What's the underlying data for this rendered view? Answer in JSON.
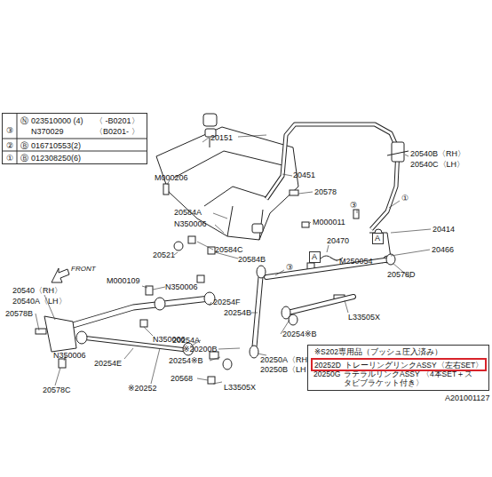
{
  "diagram": {
    "nodes": [
      {
        "text": [
          "③",
          "Ⓝ",
          "023510000 (4)",
          "〈 -B0201〉",
          "N370029",
          "〈B0201- 〉",
          "②",
          "Ⓑ",
          "016710553(2)",
          "①",
          "Ⓑ",
          "012308250(6)"
        ]
      },
      {
        "text": [
          "※S202専用品（ブッシュ圧入済み）",
          "20250G",
          "ラテラルリンクASSY 〈4本SET＋スタビブラケット付き〉"
        ]
      },
      {
        "text": [
          "20252D",
          "トレーリングリンクASSY〈左右SET〉"
        ],
        "in": 1
      },
      {
        "text": [
          "A"
        ]
      },
      {
        "text": [
          "A"
        ]
      }
    ],
    "labels": [
      "20151",
      "20451",
      "20540B〈RH〉",
      "20540C〈LH〉",
      "M000206",
      "20578",
      "③",
      "①",
      "20584A",
      "N350006",
      "M000011",
      "20414",
      "20466",
      "20521",
      "20584C",
      "20584B",
      "20470",
      "M250054",
      "③",
      "20578D",
      "M000109",
      "N350006",
      "20540〈RH〉",
      "20540A〈LH〉",
      "20254F",
      "20254B",
      "L33505X",
      "20578B",
      "N350006",
      "20254A",
      "20254※B",
      "※20200B",
      "20254※B",
      "20250A〈RH〉",
      "20250B〈LH〉",
      "N350006",
      "20254E",
      "20568",
      "L33505X",
      "20578C",
      "※20252",
      "FRONT",
      "A201001127"
    ]
  }
}
